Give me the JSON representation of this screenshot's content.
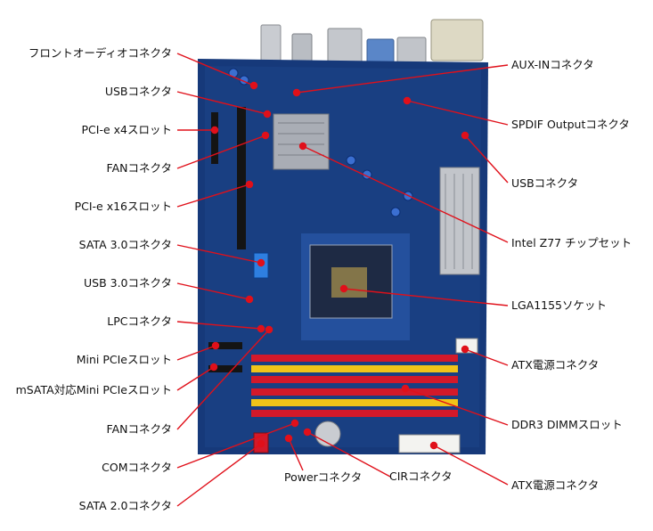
{
  "colors": {
    "pcb": "#16397a",
    "pcb_light": "#2a58a8",
    "dimm_red": "#d3192a",
    "dimm_yellow": "#f0c419",
    "leader": "#e0101a",
    "heatsink": "#a9adb5",
    "slot_black": "#141414"
  },
  "labels_left": [
    "フロントオーディオコネクタ",
    "USBコネクタ",
    "PCI-e x4スロット",
    "FANコネクタ",
    "PCI-e x16スロット",
    "SATA 3.0コネクタ",
    "USB 3.0コネクタ",
    "LPCコネクタ",
    "Mini PCIeスロット",
    "mSATA対応Mini PCIeスロット",
    "FANコネクタ",
    "COMコネクタ",
    "SATA 2.0コネクタ"
  ],
  "labels_right": [
    "AUX-INコネクタ",
    "SPDIF Outputコネクタ",
    "USBコネクタ",
    "Intel Z77 チップセット",
    "LGA1155ソケット",
    "ATX電源コネクタ",
    "DDR3 DIMMスロット",
    "ATX電源コネクタ"
  ],
  "labels_bottom": [
    "Powerコネクタ",
    "CIRコネクタ"
  ]
}
